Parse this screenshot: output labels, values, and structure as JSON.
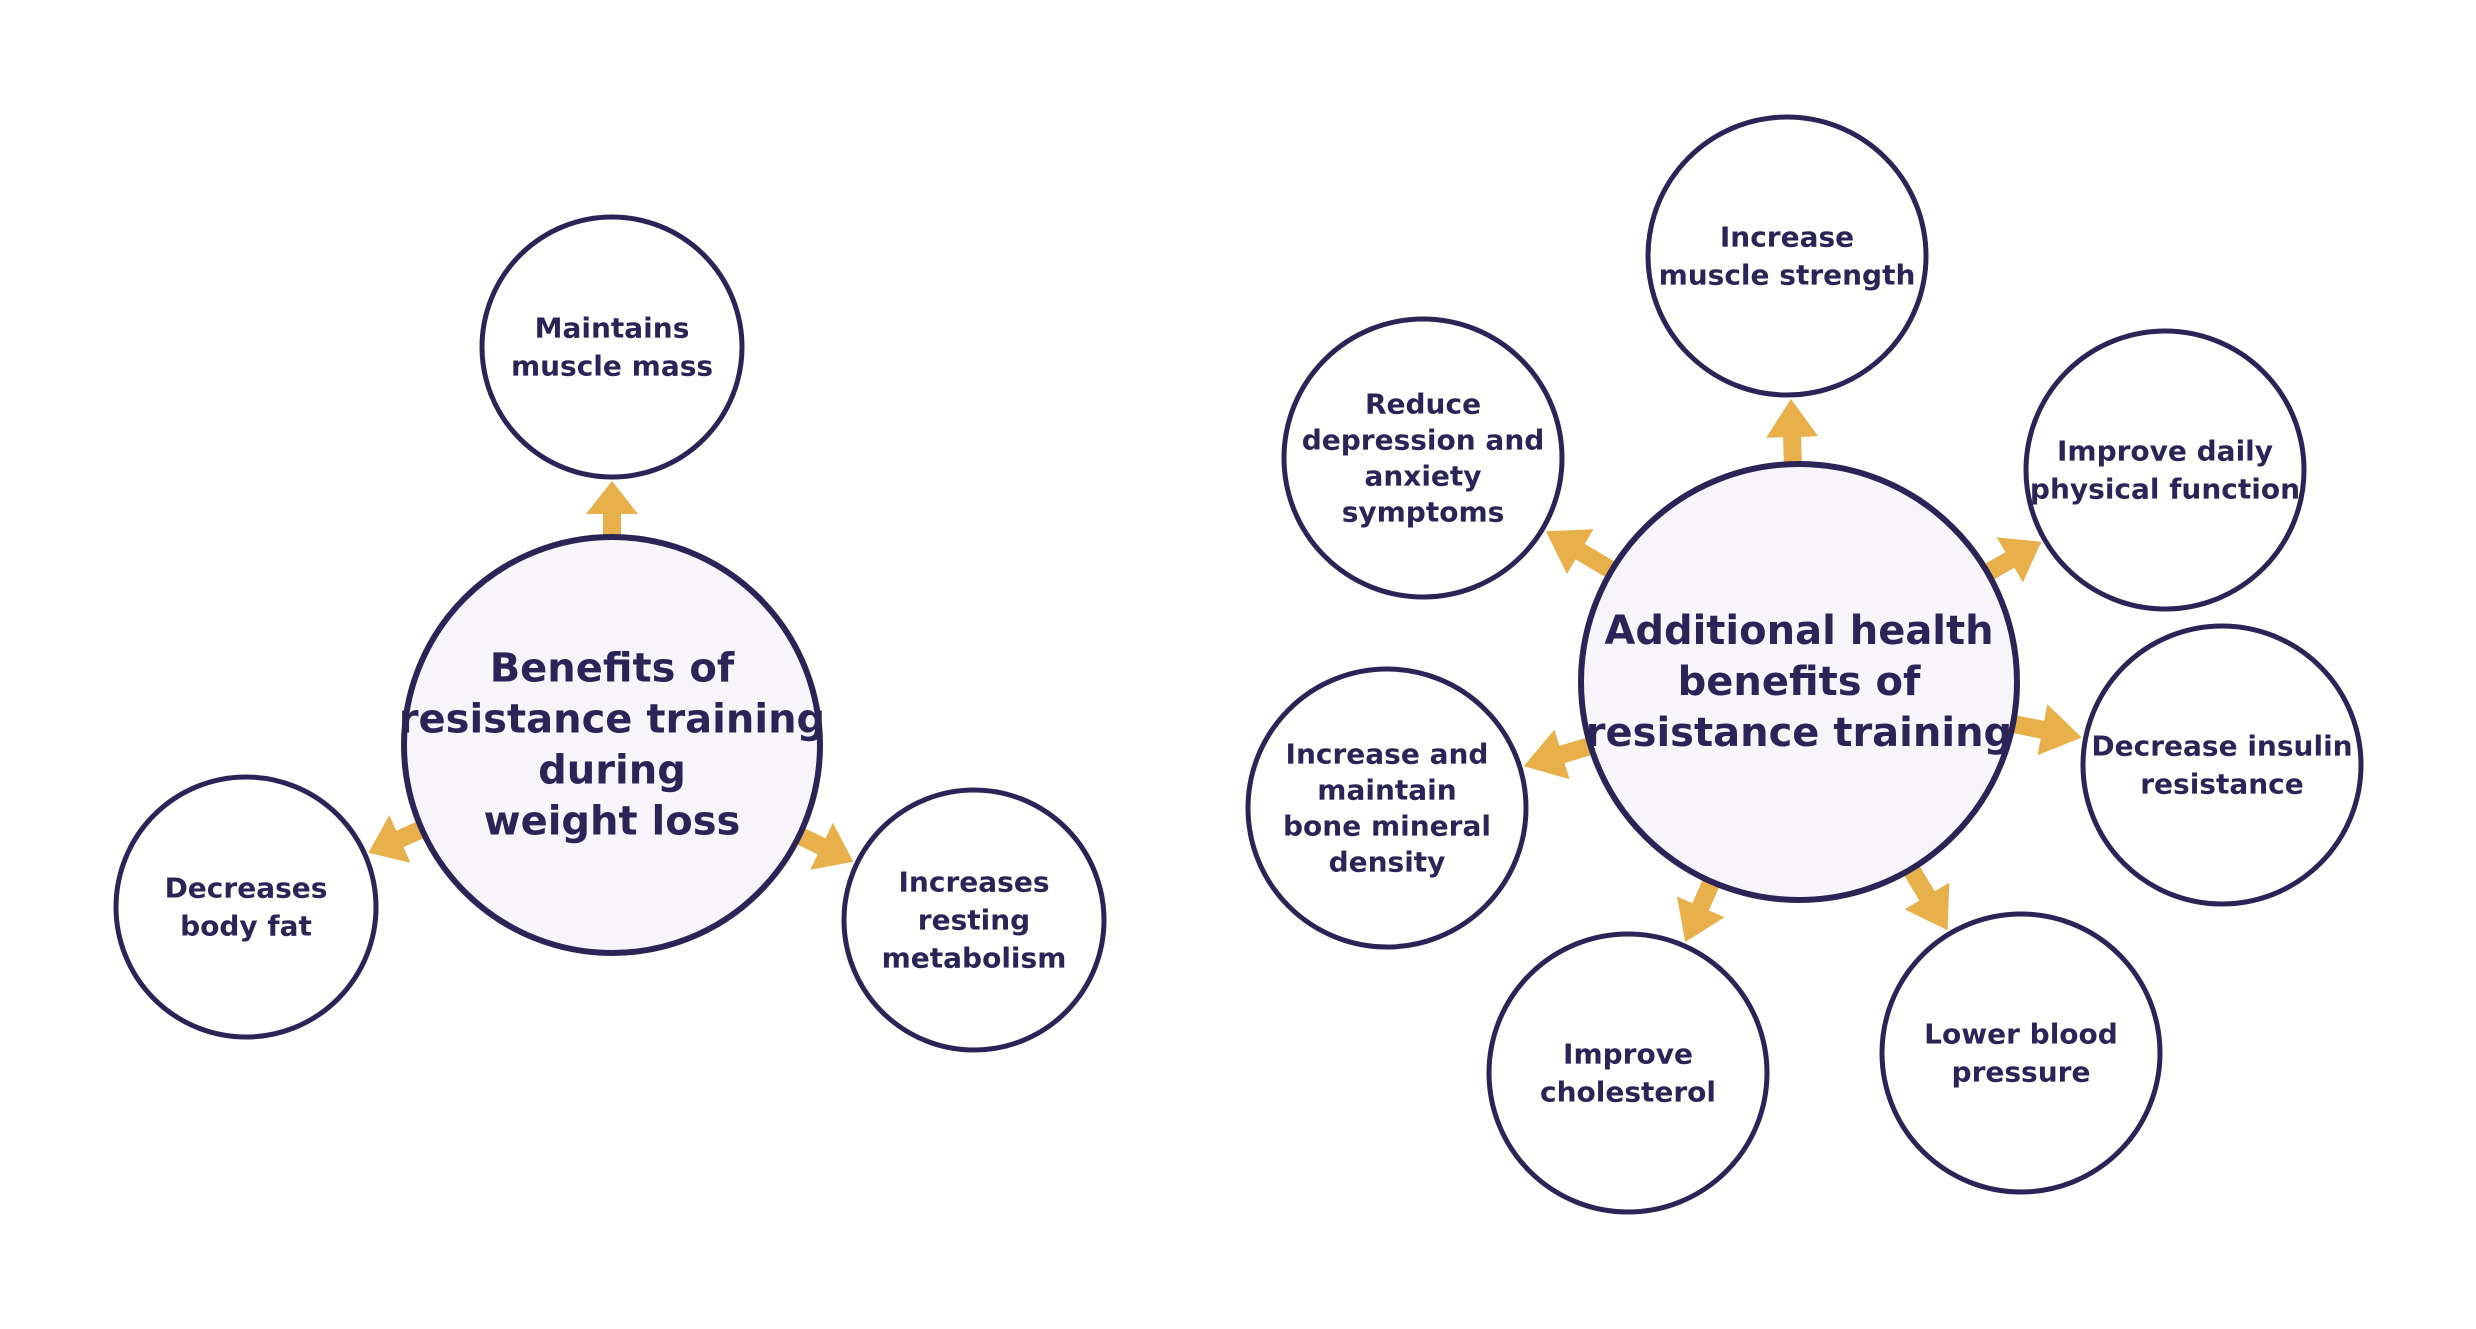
{
  "colors": {
    "stroke": "#2b2557",
    "hub_fill": "#f7f4fa",
    "node_fill": "#ffffff",
    "arrow": "#e8b04a",
    "text": "#2b2557"
  },
  "diagram_left": {
    "hub": {
      "lines": [
        "Benefits of",
        "resistance training",
        "during",
        "weight loss"
      ]
    },
    "nodes": [
      {
        "id": "maintains-muscle-mass",
        "lines": [
          "Maintains",
          "muscle mass"
        ]
      },
      {
        "id": "decreases-body-fat",
        "lines": [
          "Decreases",
          "body fat"
        ]
      },
      {
        "id": "increases-resting-metabolism",
        "lines": [
          "Increases",
          "resting",
          "metabolism"
        ]
      }
    ]
  },
  "diagram_right": {
    "hub": {
      "lines": [
        "Additional health",
        "benefits of",
        "resistance training"
      ]
    },
    "nodes": [
      {
        "id": "increase-muscle-strength",
        "lines": [
          "Increase",
          "muscle strength"
        ]
      },
      {
        "id": "reduce-depression-anxiety",
        "lines": [
          "Reduce",
          "depression and",
          "anxiety",
          "symptoms"
        ]
      },
      {
        "id": "improve-daily-physical-function",
        "lines": [
          "Improve daily",
          "physical function"
        ]
      },
      {
        "id": "increase-bone-mineral-density",
        "lines": [
          "Increase and",
          "maintain",
          "bone mineral",
          "density"
        ]
      },
      {
        "id": "decrease-insulin-resistance",
        "lines": [
          "Decrease insulin",
          "resistance"
        ]
      },
      {
        "id": "improve-cholesterol",
        "lines": [
          "Improve",
          "cholesterol"
        ]
      },
      {
        "id": "lower-blood-pressure",
        "lines": [
          "Lower blood",
          "pressure"
        ]
      }
    ]
  }
}
